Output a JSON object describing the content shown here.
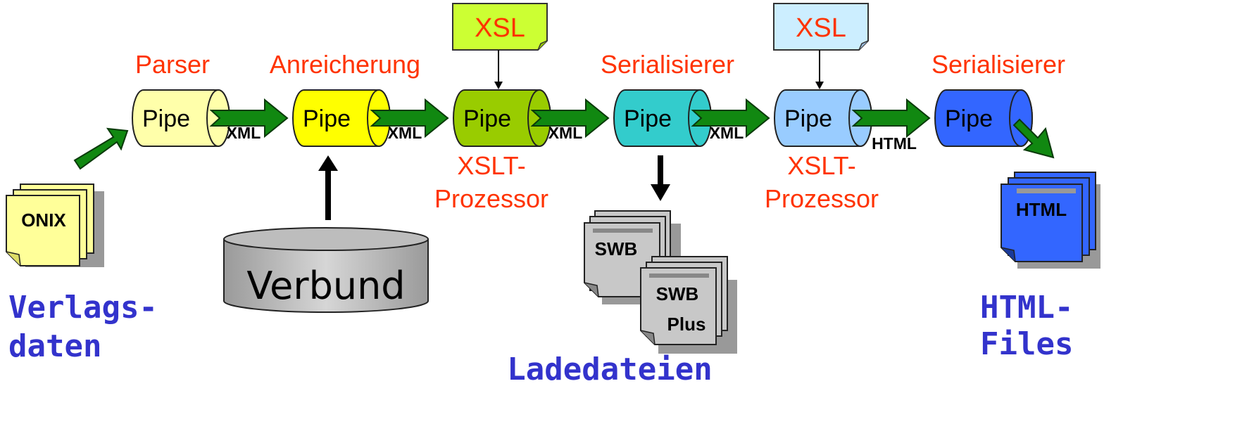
{
  "stages": [
    {
      "top_label": "Parser",
      "pipe_label": "Pipe",
      "color": "#ffffaa"
    },
    {
      "top_label": "Anreicherung",
      "pipe_label": "Pipe",
      "color": "#ffff00"
    },
    {
      "top_label": "",
      "pipe_label": "Pipe",
      "color": "#99cc00"
    },
    {
      "top_label": "Serialisierer",
      "pipe_label": "Pipe",
      "color": "#33cccc"
    },
    {
      "top_label": "",
      "pipe_label": "Pipe",
      "color": "#99ccff"
    },
    {
      "top_label": "Serialisierer",
      "pipe_label": "Pipe",
      "color": "#3366ff"
    }
  ],
  "flow_labels": [
    "XML",
    "XML",
    "XML",
    "XML",
    "HTML"
  ],
  "xsl_boxes": [
    {
      "label": "XSL",
      "color": "#ccff33"
    },
    {
      "label": "XSL",
      "color": "#cceeff"
    }
  ],
  "processor_labels": [
    {
      "line1": "XSLT-",
      "line2": "Prozessor"
    },
    {
      "line1": "XSLT-",
      "line2": "Prozessor"
    }
  ],
  "database": {
    "label": "Verbund"
  },
  "documents": {
    "onix": "ONIX",
    "swb": "SWB",
    "swb_plus_line1": "SWB",
    "swb_plus_line2": "Plus",
    "html": "HTML"
  },
  "captions": {
    "verlagsdaten_line1": "Verlags-",
    "verlagsdaten_line2": "daten",
    "ladedateien": "Ladedateien",
    "html_files_line1": "HTML-",
    "html_files_line2": "Files"
  }
}
